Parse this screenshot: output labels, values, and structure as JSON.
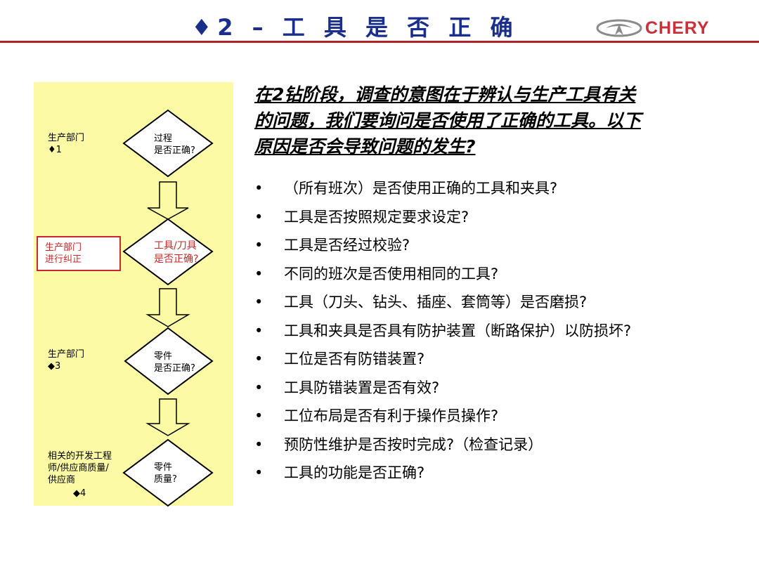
{
  "header": {
    "title": "♦2 – 工 具 是 否 正 确",
    "logo_text": "CHERY"
  },
  "flow": {
    "steps": [
      {
        "side": "生产部门\n♦1",
        "diamond": "过程\n是否正确?"
      },
      {
        "side": "生产部门\n进行纠正",
        "diamond": "工具/刀具\n是否正确?"
      },
      {
        "side": "生产部门\n◆3",
        "diamond": "零件\n是否正确?"
      },
      {
        "side": "相关的开发工程\n师/供应商质量/\n供应商",
        "side_marker": "◆4",
        "diamond": "零件\n质量?"
      }
    ]
  },
  "content": {
    "intro": "在2钻阶段，调查的意图在于辨认与生产工具有关的问题，我们要询问是否使用了正确的工具。以下原因是否会导致问题的发生?",
    "intro_lines": [
      "在2钻阶段，调查的意图在于辨认与生产工具有关",
      "的问题，我们要询问是否使用了正确的工具。以下",
      "原因是否会导致问题的发生?"
    ],
    "bullet_marker": "•",
    "bullets": [
      "（所有班次）是否使用正确的工具和夹具?",
      "工具是否按照规定要求设定?",
      "工具是否经过校验?",
      "不同的班次是否使用相同的工具?",
      "工具（刀头、钻头、插座、套筒等）是否磨损?",
      "工具和夹具是否具有防护装置（断路保护）以防损坏?",
      "工位是否有防错装置?",
      "工具防错装置是否有效?",
      "工位布局是否有利于操作员操作?",
      "预防性维护是否按时完成?（检查记录）",
      "工具的功能是否正确?"
    ]
  },
  "colors": {
    "title": "#1a2f8c",
    "rule": "#b32025",
    "panel": "#fdfaa6",
    "highlight": "#c8282a"
  }
}
